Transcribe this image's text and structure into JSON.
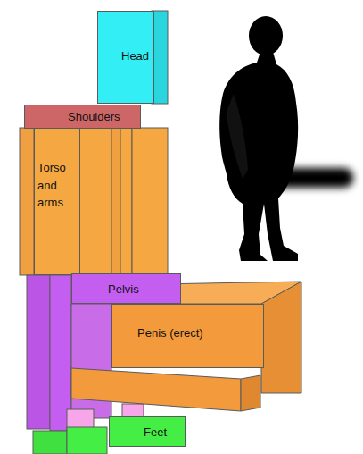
{
  "diagram": {
    "nodes": [
      {
        "text": [
          "Head"
        ]
      },
      {
        "text": [
          "Shoulders"
        ]
      },
      {
        "text": [
          "Torso and arms"
        ]
      },
      {
        "text": [
          "Pelvis"
        ]
      },
      {
        "text": [
          "Penis (erect)"
        ]
      },
      {
        "text": [
          "Feet"
        ]
      }
    ]
  }
}
